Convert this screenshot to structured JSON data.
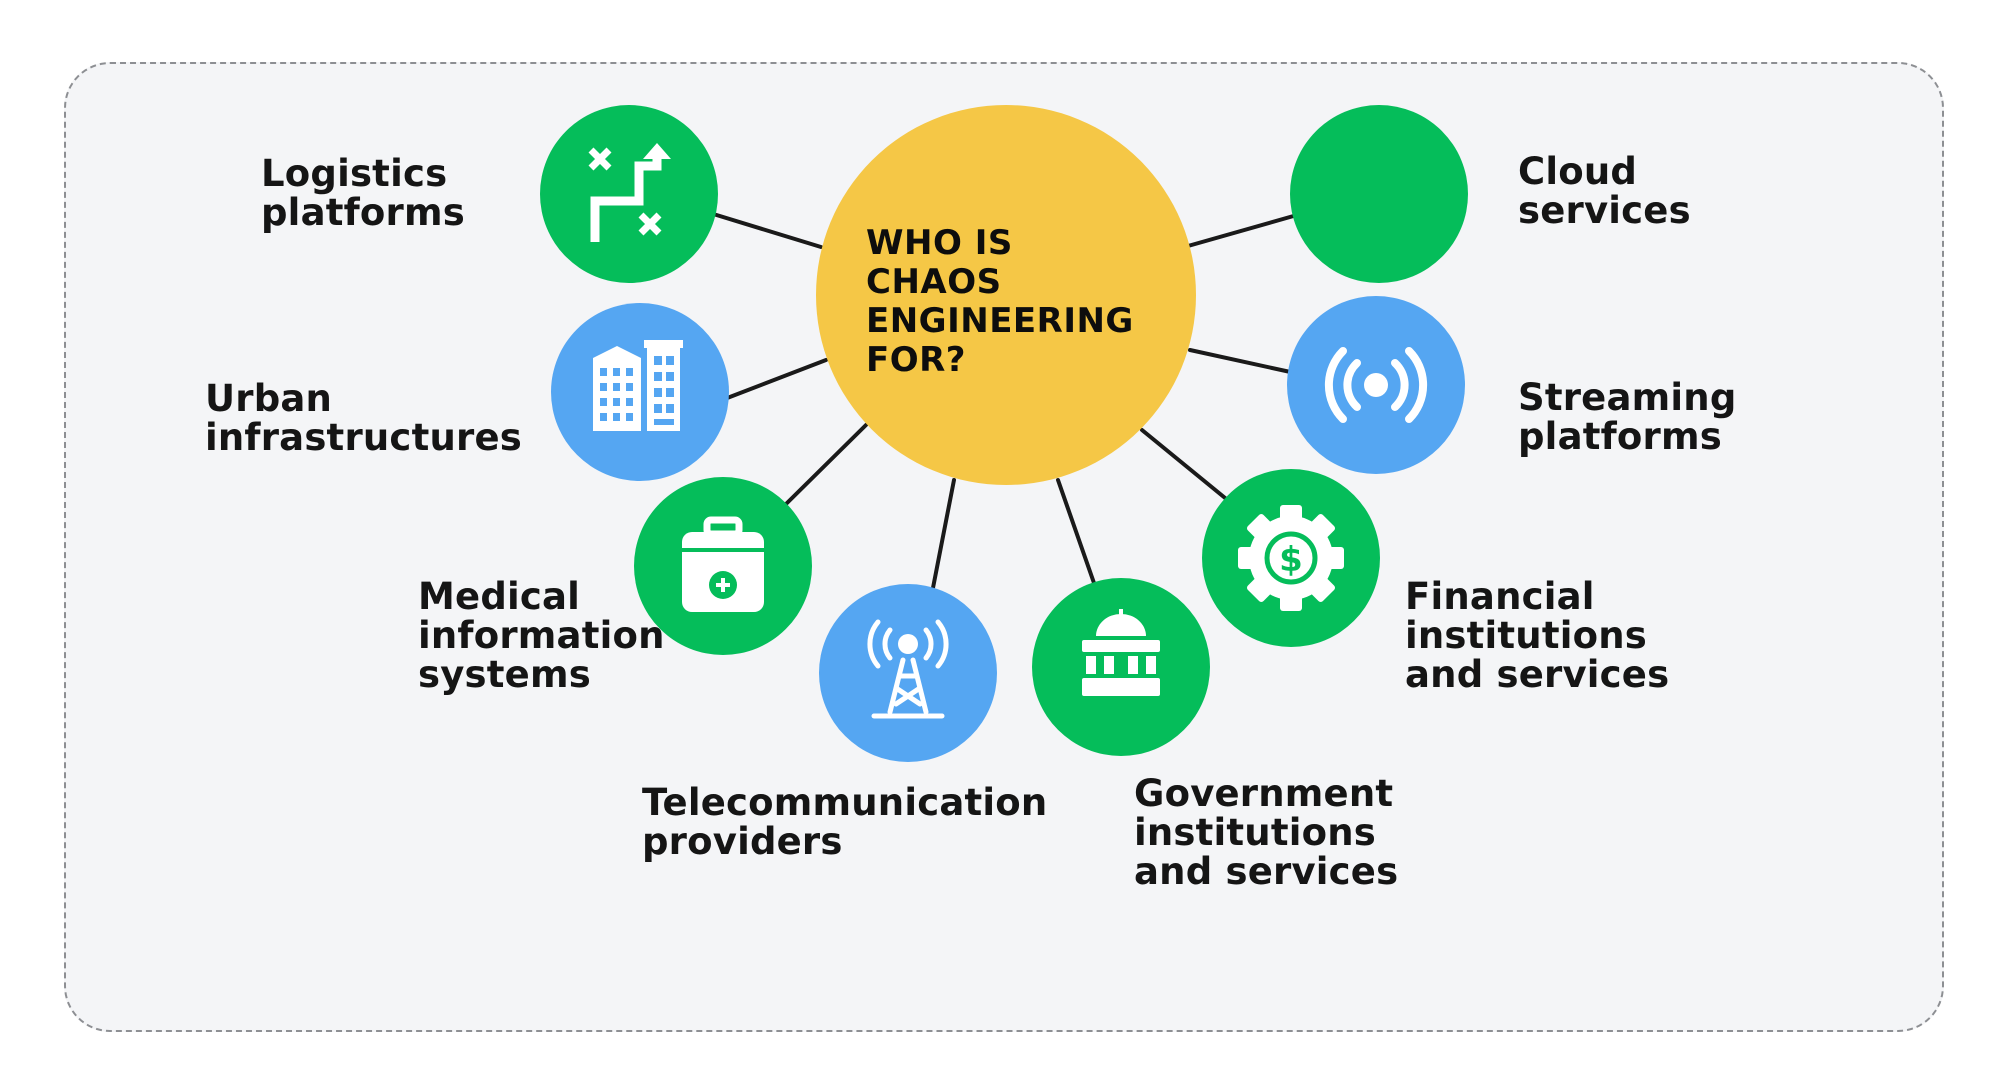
{
  "colors": {
    "background": "#f4f5f7",
    "frame_border": "#8d8f93",
    "center": "#f5c746",
    "green": "#05bd5a",
    "blue": "#55a6f2",
    "connector": "#1a1a1a",
    "icon": "#ffffff",
    "text": "#151515"
  },
  "center": {
    "title_lines": [
      "WHO IS",
      "CHAOS",
      "ENGINEERING",
      "FOR?"
    ]
  },
  "nodes": [
    {
      "id": "logistics",
      "color": "green",
      "icon": "route-icon",
      "label_lines": [
        "Logistics",
        "platforms"
      ]
    },
    {
      "id": "urban",
      "color": "blue",
      "icon": "buildings-icon",
      "label_lines": [
        "Urban",
        "infrastructures"
      ]
    },
    {
      "id": "medical",
      "color": "green",
      "icon": "medical-case-icon",
      "label_lines": [
        "Medical",
        "information",
        "systems"
      ]
    },
    {
      "id": "telecom",
      "color": "blue",
      "icon": "radio-tower-icon",
      "label_lines": [
        "Telecommunication",
        "providers"
      ]
    },
    {
      "id": "government",
      "color": "green",
      "icon": "government-building-icon",
      "label_lines": [
        "Government",
        "institutions",
        "and services"
      ]
    },
    {
      "id": "financial",
      "color": "green",
      "icon": "gear-dollar-icon",
      "label_lines": [
        "Financial",
        "institutions",
        "and services"
      ]
    },
    {
      "id": "streaming",
      "color": "blue",
      "icon": "broadcast-icon",
      "label_lines": [
        "Streaming",
        "platforms"
      ]
    },
    {
      "id": "cloud",
      "color": "green",
      "icon": "",
      "label_lines": [
        "Cloud",
        "services"
      ]
    }
  ]
}
